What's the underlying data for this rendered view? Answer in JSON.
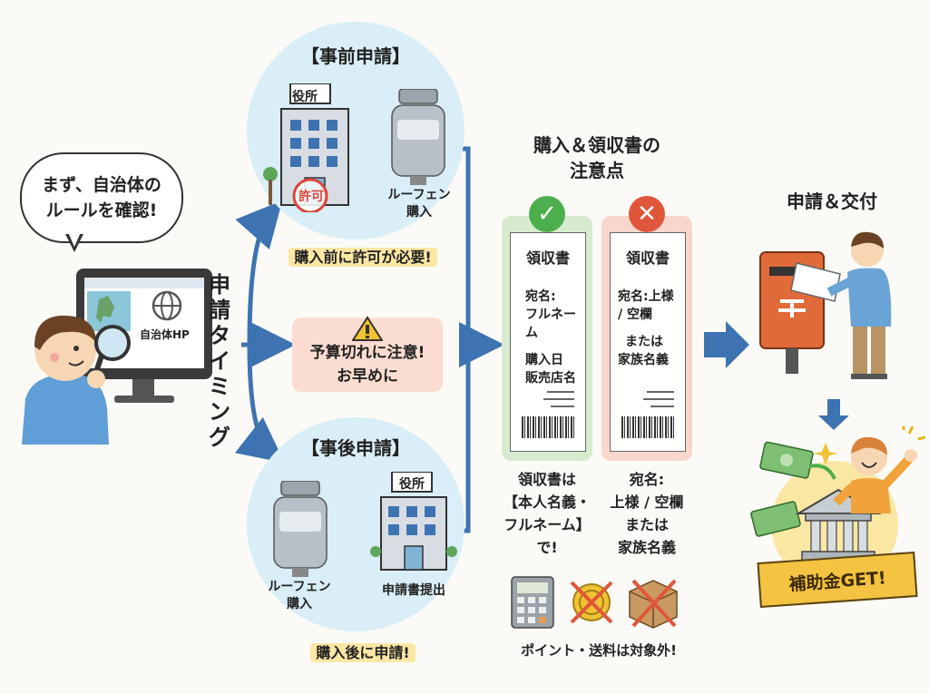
{
  "bubble": {
    "line1": "まず、自治体の",
    "line2": "ルールを確認!"
  },
  "computer": {
    "hp_label": "自治体HP"
  },
  "timing_label": "申請タイミング",
  "pre": {
    "title": "【事前申請】",
    "office_sign": "役所",
    "stamp": "許可",
    "purchase_label_1": "ルーフェン",
    "purchase_label_2": "購入",
    "note": "購入前に許可が必要!"
  },
  "caution": {
    "line1": "予算切れに注意!",
    "line2": "お早めに"
  },
  "post": {
    "title": "【事後申請】",
    "office_sign": "役所",
    "purchase_label_1": "ルーフェン",
    "purchase_label_2": "購入",
    "submit_label": "申請書提出",
    "note": "購入後に申請!"
  },
  "receipt_section": {
    "title_line1": "購入＆領収書の",
    "title_line2": "注意点",
    "good": {
      "badge": "✓",
      "title": "領収書",
      "lines": [
        "宛名:",
        "フルネーム",
        "",
        "購入日",
        "販売店名"
      ],
      "caption": [
        "領収書は",
        "【本人名義・",
        "フルネーム】",
        "で!"
      ]
    },
    "bad": {
      "badge": "✕",
      "title": "領収書",
      "lines": [
        "宛名:上様",
        "/ 空欄",
        "",
        "または",
        "家族名義"
      ],
      "caption": [
        "宛名:",
        "上様 / 空欄",
        "または",
        "家族名義"
      ]
    },
    "excluded_note": "ポイント・送料は対象外!"
  },
  "apply": {
    "title": "申請＆交付"
  },
  "result": {
    "ribbon": "補助金GET!"
  },
  "colors": {
    "arrow": "#3d73b0",
    "bubble_bg": "#d9eef6",
    "good": "#4cae4c",
    "bad": "#e0563a",
    "highlight": "#fbe7a4"
  }
}
